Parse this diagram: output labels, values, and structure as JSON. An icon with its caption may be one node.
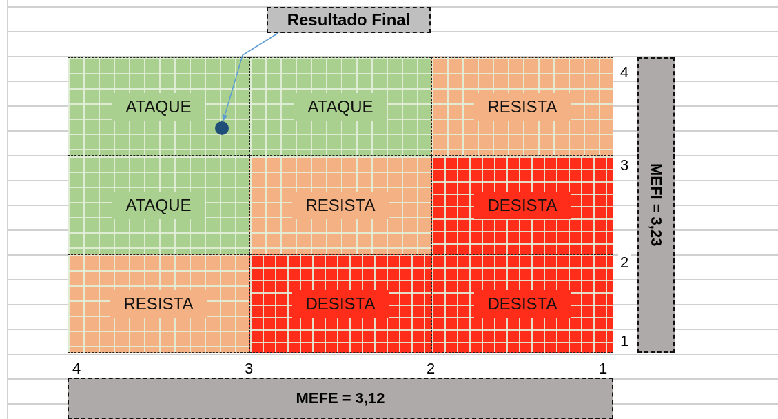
{
  "diagram": {
    "nodes": [
      {
        "text": [
          "Resultado Final"
        ]
      },
      {
        "text": [
          "ATAQUE"
        ]
      },
      {
        "text": [
          "ATAQUE"
        ]
      },
      {
        "text": [
          "RESISTA"
        ]
      },
      {
        "text": [
          "ATAQUE"
        ]
      },
      {
        "text": [
          "RESISTA"
        ]
      },
      {
        "text": [
          "DESISTA"
        ]
      },
      {
        "text": [
          "RESISTA"
        ]
      },
      {
        "text": [
          "DESISTA"
        ]
      },
      {
        "text": [
          "DESISTA"
        ]
      },
      {
        "text": [],
        "shape": "circle",
        "in": 1
      },
      {
        "text": [
          "MEFI = 3,23"
        ]
      },
      {
        "text": [
          "MEFE = 3,12"
        ]
      }
    ],
    "edges": [
      {
        "from": 0,
        "to": 10,
        "arrow": "to"
      }
    ],
    "labels": [
      "4",
      "3",
      "2",
      "1",
      "4",
      "3",
      "2",
      "1"
    ]
  }
}
